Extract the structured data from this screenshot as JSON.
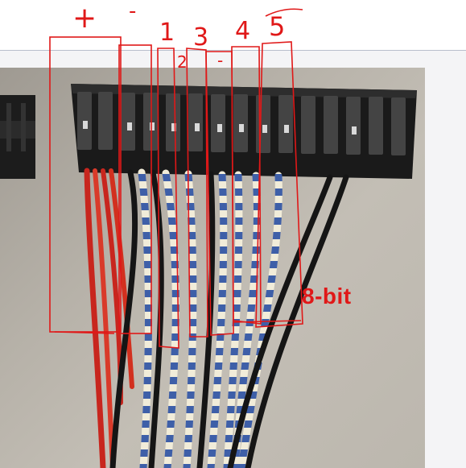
{
  "photo": {
    "subject": "ribbon cable with connector",
    "background_color": "#b6b1a8",
    "connector_color": "#1a1a1a"
  },
  "annotations": {
    "group_labels": [
      "+",
      "-",
      "1",
      "2",
      "3",
      "-",
      "4",
      "5"
    ],
    "bit_label": "8-bit",
    "ink_color": "#e01818"
  }
}
